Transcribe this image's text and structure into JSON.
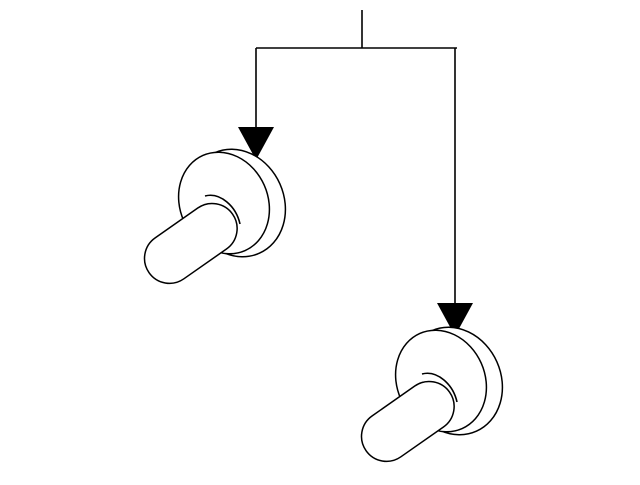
{
  "diagram": {
    "type": "parts-callout",
    "background_color": "#ffffff",
    "line_color": "#000000",
    "parts": [
      {
        "name": "push-clip",
        "icon": "push-clip-fastener-icon"
      },
      {
        "name": "push-clip",
        "icon": "push-clip-fastener-icon"
      }
    ],
    "callout": {
      "branches": 2,
      "arrowhead": "filled-triangle"
    }
  }
}
